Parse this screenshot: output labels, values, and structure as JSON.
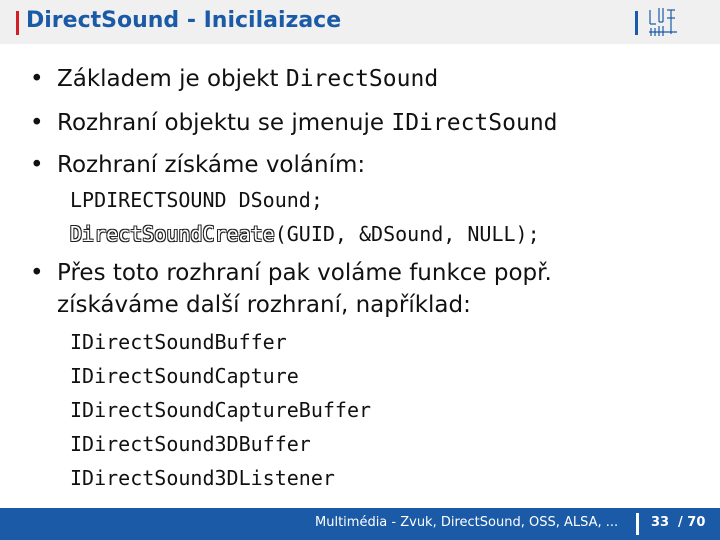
{
  "header": {
    "title": "DirectSound - Inicilaizace",
    "accent_color": "#d21f26",
    "brand_color": "#1a5aa6",
    "logo_icon": "university-logo-icon"
  },
  "content": {
    "bullets": [
      {
        "prefix": "Základem je objekt ",
        "code": "DirectSound"
      },
      {
        "prefix": "Rozhraní objektu se jmenuje ",
        "code": "IDirectSound"
      },
      {
        "prefix": "Rozhraní získáme voláním:"
      }
    ],
    "code_block_1": [
      "LPDIRECTSOUND DSound;",
      {
        "fn": "DirectSoundCreate",
        "rest": "(GUID, &DSound, NULL);"
      }
    ],
    "bullet_4": {
      "line1": "Přes toto rozhraní pak voláme funkce popř.",
      "line2": "získáváme další rozhraní, například:"
    },
    "code_block_2": [
      "IDirectSoundBuffer",
      "IDirectSoundCapture",
      "IDirectSoundCaptureBuffer",
      "IDirectSound3DBuffer",
      "IDirectSound3DListener"
    ]
  },
  "footer": {
    "text": "Multimédia - Zvuk, DirectSound, OSS, ALSA, ...",
    "page": "33",
    "total": "/ 70"
  }
}
